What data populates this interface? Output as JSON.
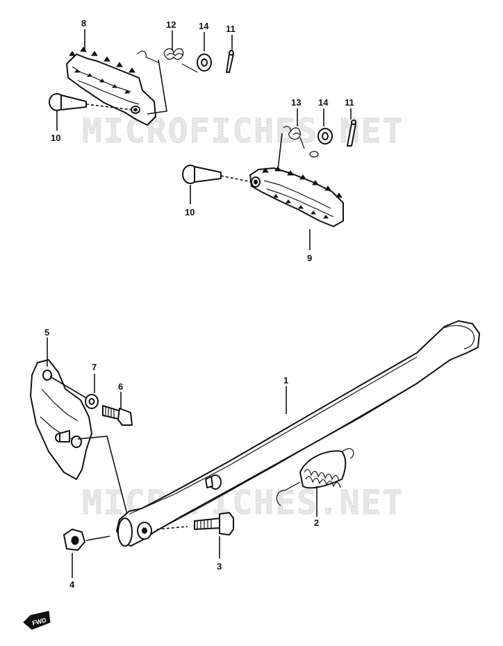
{
  "watermark": {
    "top": "MICROFICHES.NET",
    "bottom": "MICROFICHES.NET"
  },
  "callouts": {
    "c1": "1",
    "c2": "2",
    "c3": "3",
    "c4": "4",
    "c5": "5",
    "c6": "6",
    "c7": "7",
    "c8": "8",
    "c9": "9",
    "c10a": "10",
    "c10b": "10",
    "c11a": "11",
    "c11b": "11",
    "c12": "12",
    "c13": "13",
    "c14a": "14",
    "c14b": "14"
  },
  "direction_badge": "FWD"
}
